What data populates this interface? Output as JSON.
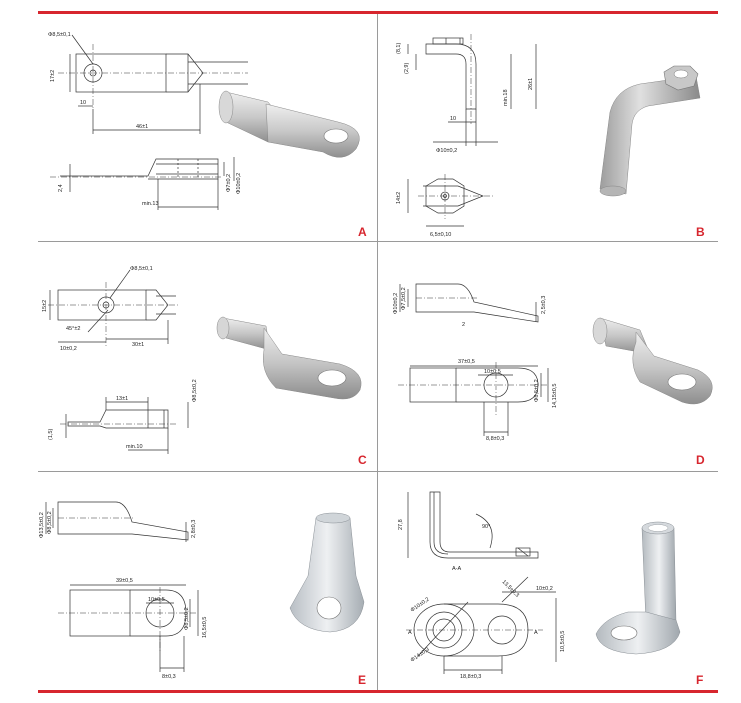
{
  "colors": {
    "accent": "#d7262e",
    "line": "#333333",
    "metal_light": "#e6e6e6",
    "metal_dark": "#9a9a9a"
  },
  "panels": {
    "a": {
      "letter": "A",
      "dims": {
        "hole": "Φ8,5±0,1",
        "height": "17±2",
        "offset": "10",
        "length": "46±1",
        "thickness": "2,4",
        "min": "min.13",
        "inner": "Φ7±0,2",
        "outer": "Φ10±0,2"
      }
    },
    "b": {
      "letter": "B",
      "dims": {
        "top": "(8,1)",
        "left": "(2,9)",
        "min": "min.18",
        "height": "26±1",
        "offset": "10",
        "diameter": "Φ10±0,2",
        "width": "14±2",
        "nut": "6,5±0,10"
      }
    },
    "c": {
      "letter": "C",
      "dims": {
        "hole": "Φ8,5±0,1",
        "height": "15±2",
        "angle": "45°±2",
        "offset": "10±0,2",
        "length": "30±1",
        "flat": "13±1",
        "thickness": "(1,5)",
        "min": "min.10",
        "diameter": "Φ8,5±0,2"
      }
    },
    "d": {
      "letter": "D",
      "dims": {
        "outer": "Φ10±0,2",
        "inner": "Φ7,5±0,2",
        "sheet": "2",
        "thickness": "2,5±0,3",
        "length": "37±0,5",
        "hole_pos": "10±0,5",
        "hole": "Φ8,5±0,2",
        "width": "14,15±0,5",
        "pitch": "8,8±0,3"
      }
    },
    "e": {
      "letter": "E",
      "dims": {
        "outer": "Φ13,5±0,2",
        "inner": "Φ8,5±0,2",
        "thickness": "2,8±0,3",
        "length": "39±0,5",
        "hole_pos": "10±0,5",
        "hole": "Φ8,5±0,2",
        "width": "16,5±0,5",
        "pitch": "8±0,3"
      }
    },
    "f": {
      "letter": "F",
      "dims": {
        "height": "27,8",
        "angle": "90°",
        "section": "A-A",
        "hole_a": "Φ10±0,2",
        "hole_b": "Φ14±0,3",
        "slot": "13,5±0,3",
        "offset": "10±0,2",
        "width": "10,5±0,5",
        "length": "18,8±0,3",
        "label_a": "A"
      }
    }
  }
}
